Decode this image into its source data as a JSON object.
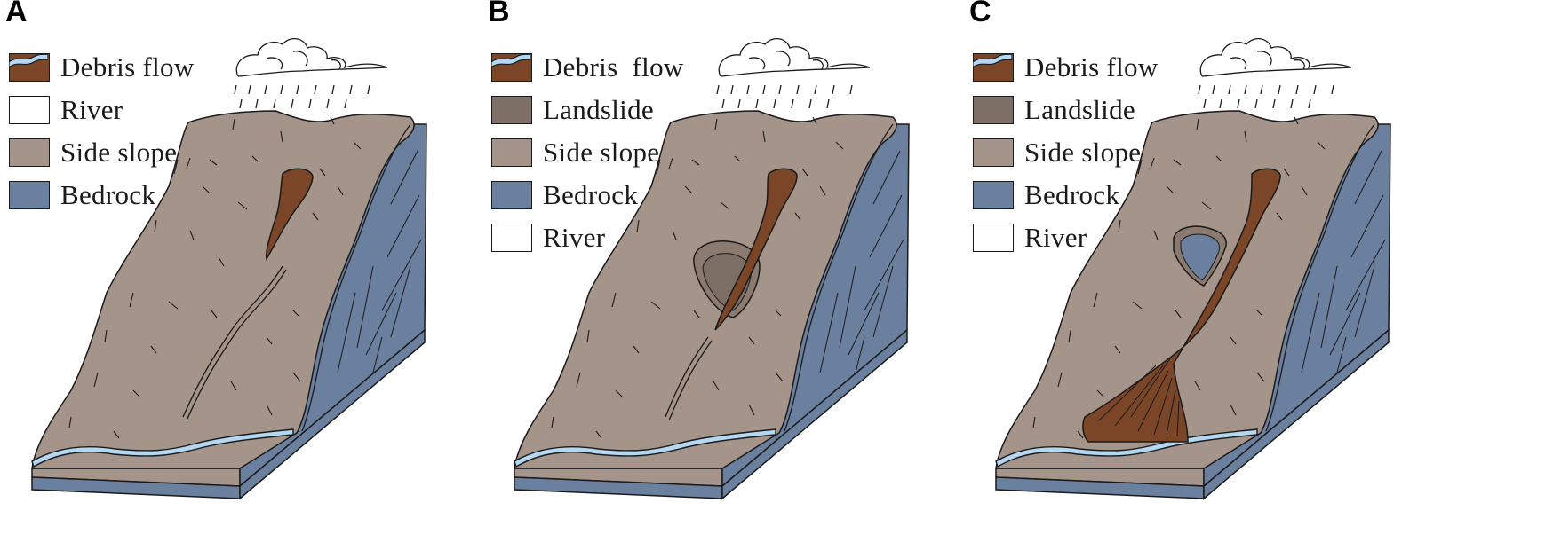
{
  "colors": {
    "debris_flow": "#7b4527",
    "landslide": "#7d6e66",
    "side_slope": "#a5948a",
    "bedrock": "#6b7f9f",
    "river": "#b4d7f2",
    "outline": "#1a1a1a"
  },
  "icons": [
    "cloud-rain-icon"
  ],
  "panels": [
    {
      "label": "A",
      "legend": [
        {
          "name": "Debris flow",
          "color": "#7b4527",
          "kind": "fill"
        },
        {
          "name": "River",
          "color": "#b4d7f2",
          "kind": "river"
        },
        {
          "name": "Side slope",
          "color": "#a5948a",
          "kind": "fill"
        },
        {
          "name": "Bedrock",
          "color": "#6b7f9f",
          "kind": "fill"
        }
      ]
    },
    {
      "label": "B",
      "legend": [
        {
          "name": "Debris  flow",
          "color": "#7b4527",
          "kind": "fill"
        },
        {
          "name": "Landslide",
          "color": "#7d6e66",
          "kind": "fill"
        },
        {
          "name": "Side slope",
          "color": "#a5948a",
          "kind": "fill"
        },
        {
          "name": "Bedrock",
          "color": "#6b7f9f",
          "kind": "fill"
        },
        {
          "name": "River",
          "color": "#b4d7f2",
          "kind": "river"
        }
      ]
    },
    {
      "label": "C",
      "legend": [
        {
          "name": "Debris flow",
          "color": "#7b4527",
          "kind": "fill"
        },
        {
          "name": "Landslide",
          "color": "#7d6e66",
          "kind": "fill"
        },
        {
          "name": "Side slope",
          "color": "#a5948a",
          "kind": "fill"
        },
        {
          "name": "Bedrock",
          "color": "#6b7f9f",
          "kind": "fill"
        },
        {
          "name": "River",
          "color": "#b4d7f2",
          "kind": "river"
        }
      ]
    }
  ]
}
